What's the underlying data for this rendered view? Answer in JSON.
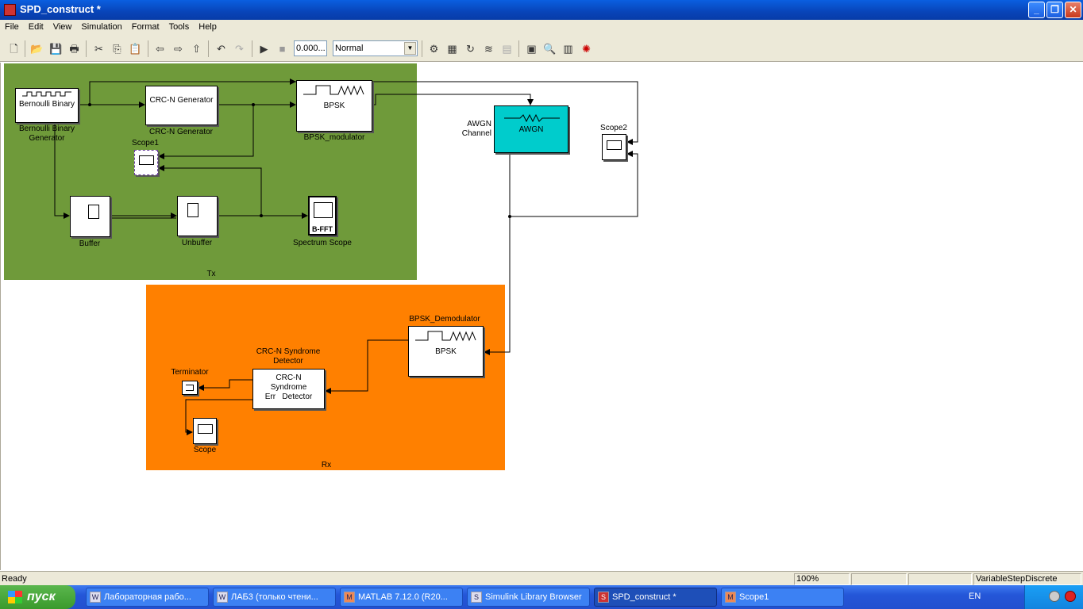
{
  "window": {
    "title": "SPD_construct *"
  },
  "menu": [
    "File",
    "Edit",
    "View",
    "Simulation",
    "Format",
    "Tools",
    "Help"
  ],
  "toolbar": {
    "stop_time": "0.000...",
    "mode": "Normal"
  },
  "areas": {
    "tx": "Tx",
    "rx": "Rx"
  },
  "colors": {
    "tx_area": "#6f9a3a",
    "rx_area": "#ff8000",
    "awgn": "#00cccc"
  },
  "blocks": {
    "bernoulli": {
      "icon_text": "Bernoulli Binary",
      "label": "Bernoulli Binary Generator"
    },
    "crc_gen": {
      "icon_text": "CRC-N Generator",
      "label": "CRC-N Generator"
    },
    "bpsk_mod": {
      "icon_text": "BPSK",
      "label": "BPSK_modulator"
    },
    "scope1": {
      "label": "Scope1"
    },
    "buffer": {
      "label": "Buffer"
    },
    "unbuffer": {
      "label": "Unbuffer"
    },
    "spectrum": {
      "icon_text": "B-FFT",
      "label": "Spectrum Scope"
    },
    "awgn": {
      "icon_text": "AWGN",
      "label": "AWGN Channel"
    },
    "scope2": {
      "label": "Scope2"
    },
    "bpsk_demod": {
      "icon_text": "BPSK",
      "label": "BPSK_Demodulator"
    },
    "crc_det": {
      "icon_text_1": "CRC-N",
      "icon_text_2": "Syndrome",
      "icon_text_3": "Err   Detector",
      "label": "CRC-N Syndrome Detector"
    },
    "terminator": {
      "label": "Terminator"
    },
    "scope": {
      "label": "Scope"
    }
  },
  "status": {
    "state": "Ready",
    "zoom": "100%",
    "solver": "VariableStepDiscrete"
  },
  "taskbar": {
    "start": "пуск",
    "items": [
      "Лабораторная рабо...",
      "ЛАБ3 (только чтени...",
      "MATLAB  7.12.0 (R20...",
      "Simulink Library Browser",
      "SPD_construct *",
      "Scope1"
    ],
    "lang": "EN"
  }
}
